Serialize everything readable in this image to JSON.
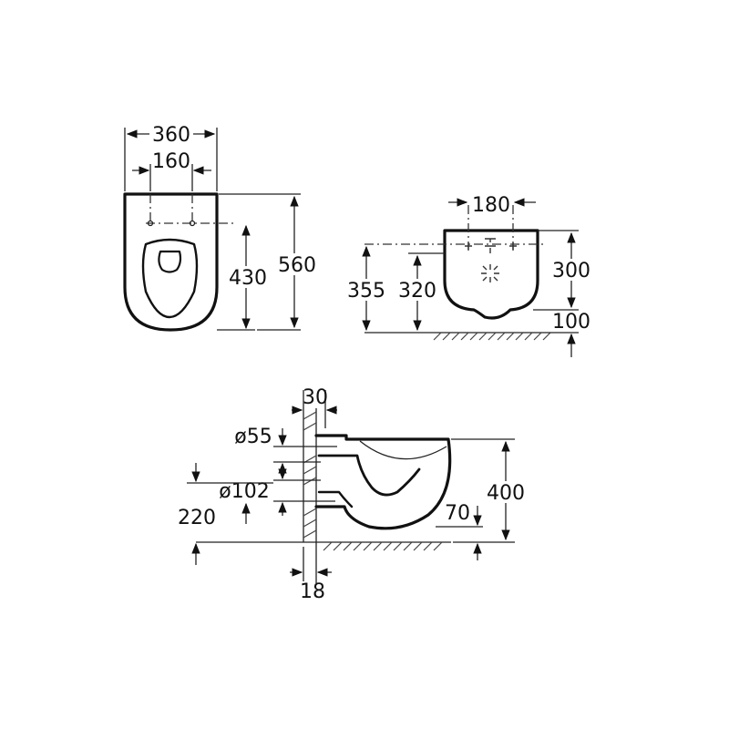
{
  "labels": {
    "d360": "360",
    "d160": "160",
    "d430": "430",
    "d560": "560",
    "d180": "180",
    "d355": "355",
    "d320": "320",
    "d300": "300",
    "d100": "100",
    "d30": "30",
    "d55": "ø55",
    "d102": "ø102",
    "d220": "220",
    "d400": "400",
    "d70": "70",
    "d18": "18"
  }
}
